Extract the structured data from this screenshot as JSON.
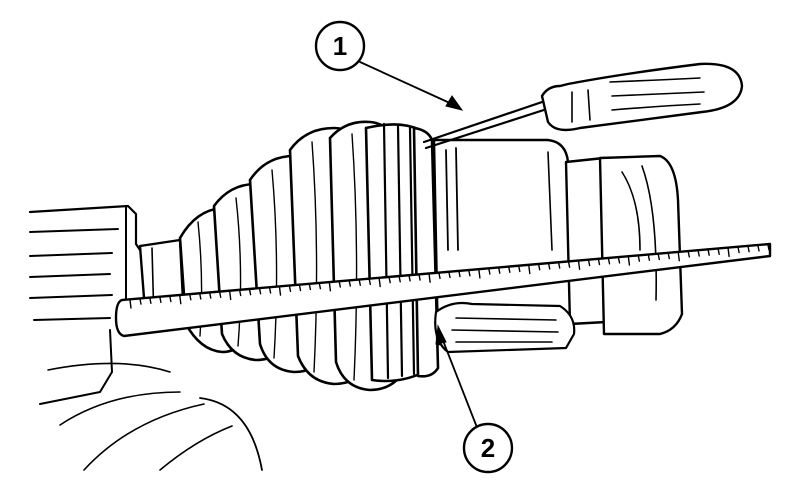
{
  "callouts": [
    {
      "id": "1",
      "label": "1",
      "target": "screwdriver"
    },
    {
      "id": "2",
      "label": "2",
      "target": "boot-clamp"
    }
  ]
}
